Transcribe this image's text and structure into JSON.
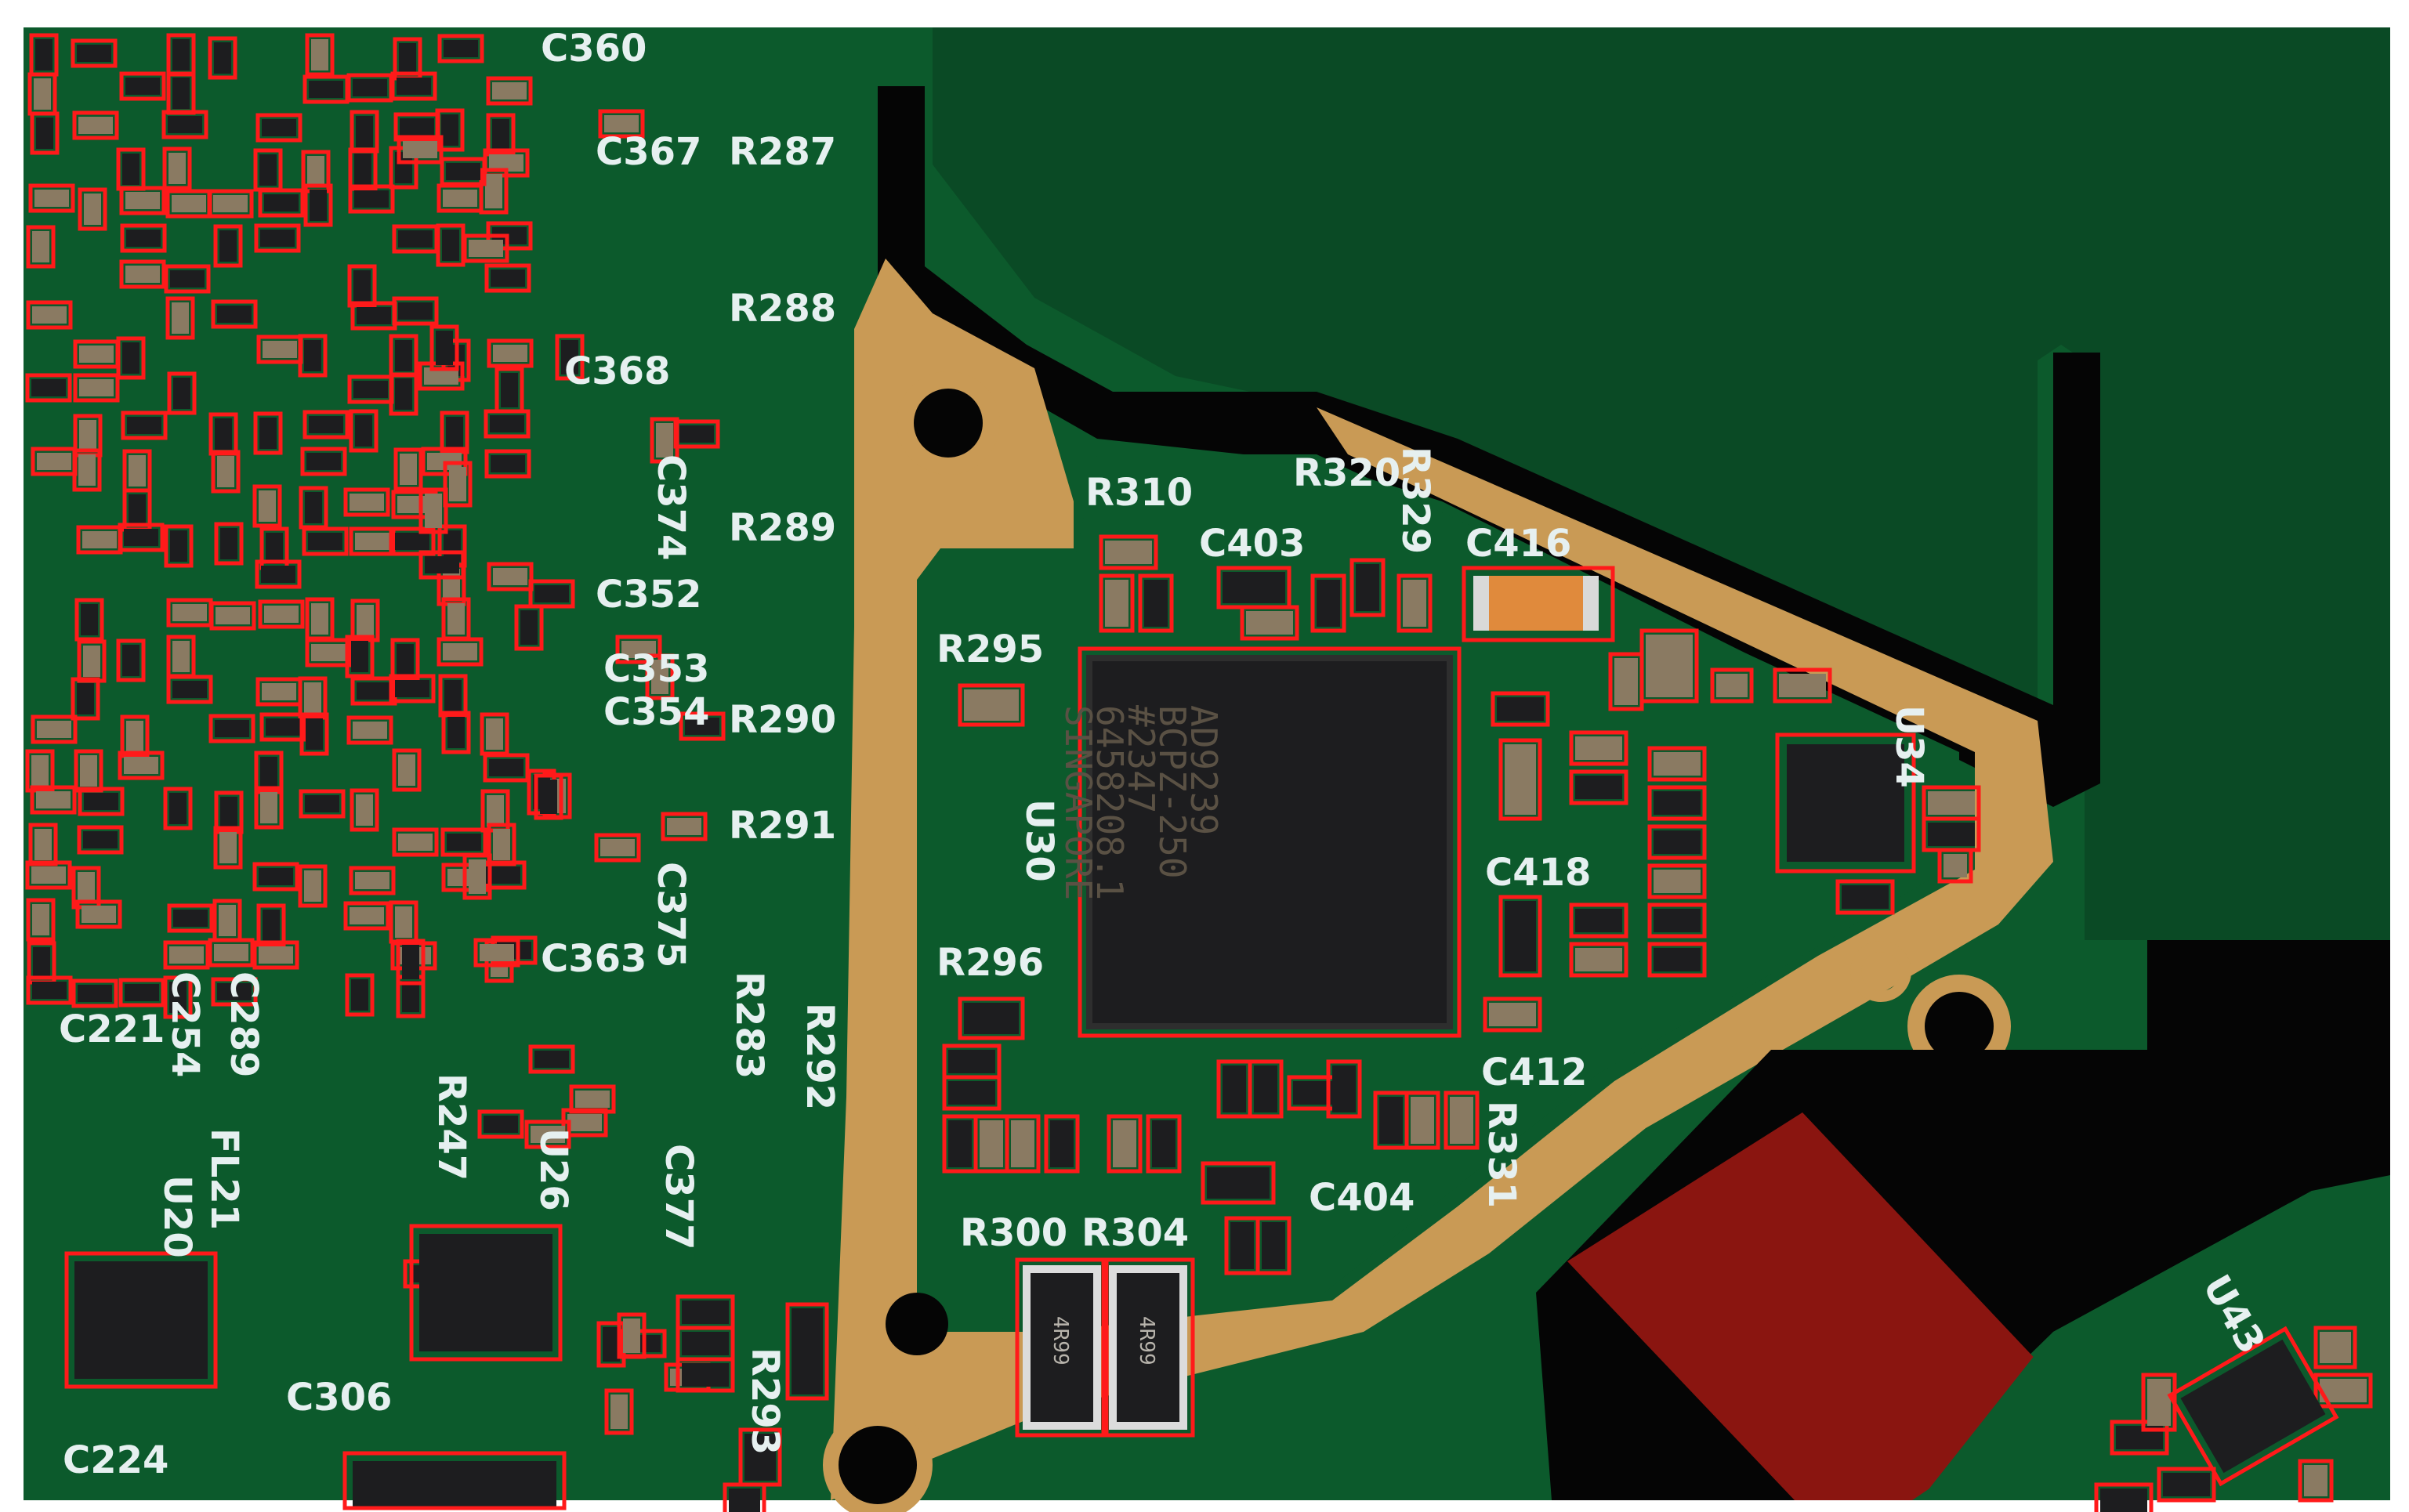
{
  "colors": {
    "pcb_green": "#0c5a2c",
    "pcb_dark_green": "#0a3f22",
    "copper": "#c99a55",
    "bbox_red": "#ff1a1a",
    "silkscreen": "#e6f0f0",
    "chip_black": "#1d1d1f"
  },
  "labels": {
    "C360": "C360",
    "C367": "C367",
    "R287": "R287",
    "R288": "R288",
    "C368": "C368",
    "C374": "C374",
    "C352": "C352",
    "R289": "R289",
    "C353": "C353",
    "C354": "C354",
    "R290": "R290",
    "R291": "R291",
    "C375": "C375",
    "C363": "C363",
    "R283": "R283",
    "R292": "R292",
    "R247": "R247",
    "U26": "U26",
    "C377": "C377",
    "C221": "C221",
    "C254": "C254",
    "C289": "C289",
    "FL21": "FL21",
    "U20": "U20",
    "C306": "C306",
    "C224": "C224",
    "R293": "R293",
    "R310": "R310",
    "R320": "R320",
    "R329": "R329",
    "C403": "C403",
    "C416": "C416",
    "R295": "R295",
    "U30": "U30",
    "U34": "U34",
    "C418": "C418",
    "R296": "R296",
    "C412": "C412",
    "R331": "R331",
    "C404": "C404",
    "R300": "R300",
    "R304": "R304",
    "U43": "U43"
  },
  "chip_markings": {
    "u30_lines": [
      "AD9239",
      "BCPZ-250",
      "#2347",
      "6458208.1",
      "SINGAPORE"
    ],
    "r300": "4R99",
    "r304": "4R99"
  }
}
